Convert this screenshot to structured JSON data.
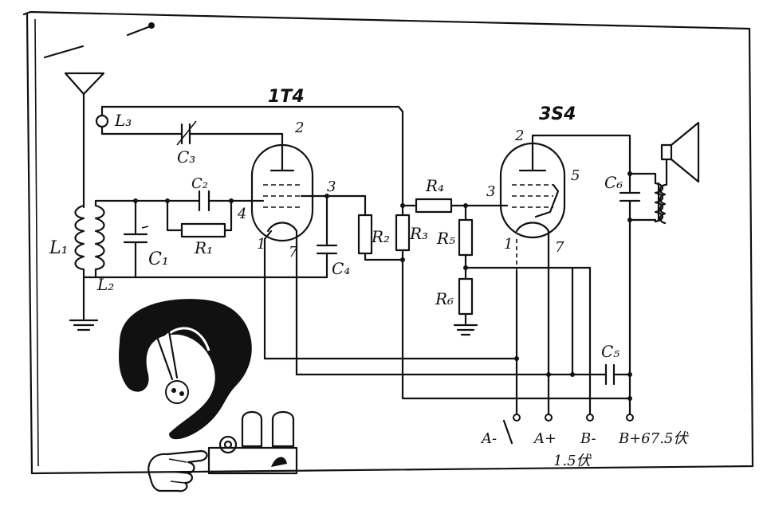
{
  "tubes": {
    "tube1": "1T4",
    "tube2": "3S4"
  },
  "components": {
    "L1": "L₁",
    "L2": "L₂",
    "L3": "L₃",
    "C1": "C₁",
    "C2": "C₂",
    "C3": "C₃",
    "C4": "C₄",
    "C5": "C₅",
    "C6": "C₆",
    "R1": "R₁",
    "R2": "R₂",
    "R3": "R₃",
    "R4": "R₄",
    "R5": "R₅",
    "R6": "R₆"
  },
  "pins": {
    "t1_p2": "2",
    "t1_p3": "3",
    "t1_p4": "4",
    "t1_p1": "1",
    "t1_p7": "7",
    "t2_p2": "2",
    "t2_p3": "3",
    "t2_p5": "5",
    "t2_p1": "1",
    "t2_p7": "7"
  },
  "terminals": {
    "a_minus": "A-",
    "a_plus": "A+",
    "b_minus": "B-",
    "b_minus_volt": "1.5伏",
    "b_plus": "B+67.5伏"
  },
  "colors": {
    "ink": "#111111",
    "paper": "#ffffff"
  }
}
